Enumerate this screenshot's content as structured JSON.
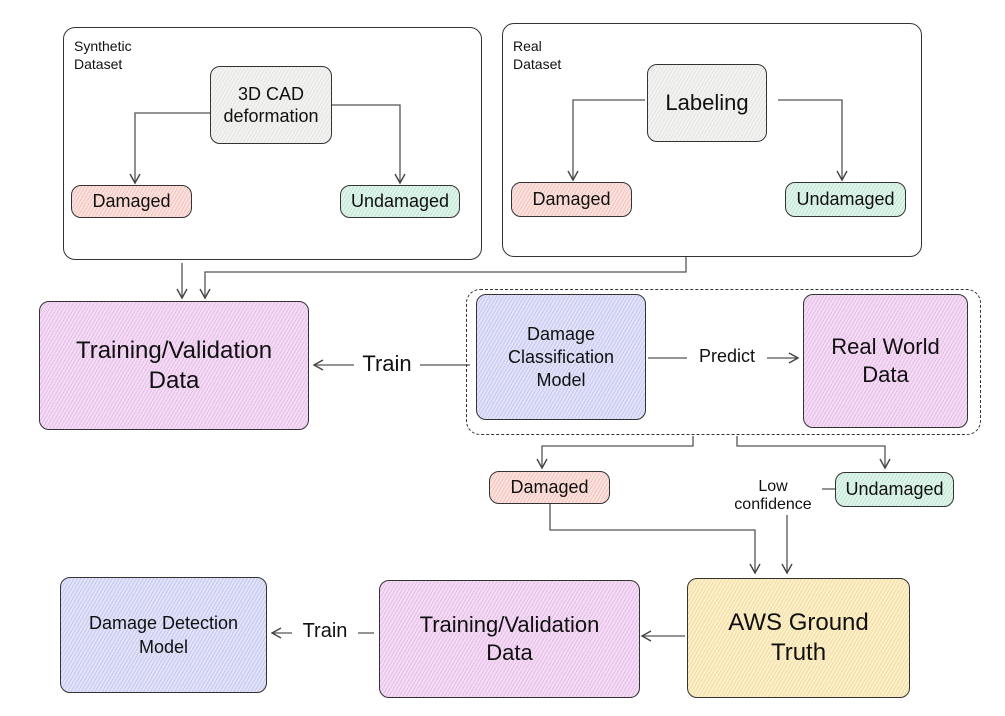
{
  "synthetic_dataset": {
    "label": "Synthetic\nDataset",
    "source": "3D CAD\ndeformation",
    "damaged": "Damaged",
    "undamaged": "Undamaged"
  },
  "real_dataset": {
    "label": "Real\nDataset",
    "source": "Labeling",
    "damaged": "Damaged",
    "undamaged": "Undamaged"
  },
  "training_data_top": "Training/Validation\nData",
  "classification_model": "Damage\nClassification\nModel",
  "real_world_data": "Real World\nData",
  "edges": {
    "train_top": "Train",
    "predict": "Predict",
    "low_confidence": "Low\nconfidence",
    "train_bottom": "Train"
  },
  "predicted": {
    "damaged": "Damaged",
    "undamaged": "Undamaged"
  },
  "aws_ground_truth": "AWS Ground\nTruth",
  "training_data_bottom": "Training/Validation\nData",
  "detection_model": "Damage Detection\nModel",
  "colors": {
    "neutral": "#f1f1f0",
    "damaged": "#f8d4cf",
    "undamaged": "#d4efe2",
    "data": "#efd0f1",
    "model": "#d6d8f5",
    "ground_truth": "#f9e6b5"
  }
}
